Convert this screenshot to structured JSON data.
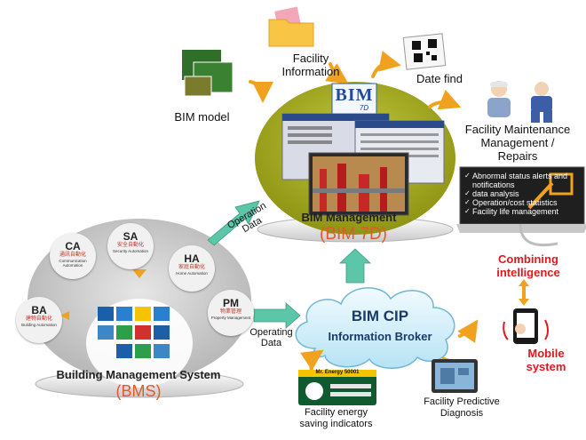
{
  "labels": {
    "bim_model": "BIM model",
    "facility_information": "Facility\nInformation",
    "date_find": "Date find",
    "facility_maintenance": "Facility Maintenance\nManagement /\nRepairs",
    "bim_management": "BIM Management",
    "bim_7d": "(BIM 7D)",
    "bms": "Building Management System",
    "bms_abbr": "(BMS)",
    "operation_data_upper": "Operation\nData",
    "operating_data": "Operating\nData",
    "bim_cip": "BIM CIP",
    "information_broker": "Information Broker",
    "energy_indicators": "Facility energy\nsaving indicators",
    "predictive_diagnosis": "Facility Predictive\nDiagnosis",
    "combining_intelligence": "Combining\nintelligence",
    "mobile_system": "Mobile\nsystem",
    "bim_logo": "BIM",
    "bim_logo_sub": "7D",
    "energy_sign_title": "Mr. Energy 50001"
  },
  "bms_nodes": [
    {
      "code": "CA",
      "zh": "通訊自動化",
      "en": "Communication Automation"
    },
    {
      "code": "SA",
      "zh": "安全自動化",
      "en": "Security Automation"
    },
    {
      "code": "HA",
      "zh": "家庭自動化",
      "en": "Home Automation"
    },
    {
      "code": "BA",
      "zh": "建物自動化",
      "en": "Building Automation"
    },
    {
      "code": "PM",
      "zh": "物業管理",
      "en": "Property Management"
    }
  ],
  "intelligence_bullets": [
    "Abnormal status alerts and notifications",
    "data analysis",
    "Operation/cost statistics",
    "Facility life management"
  ],
  "colors": {
    "bim_ellipse": "#a6ad1c",
    "bms_circle": "#c9c9c9",
    "cloud": "#d6f1fb",
    "arrow_teal": "#5cc6a8",
    "arrow_orange": "#f0a21f",
    "accent_red": "#e0181f",
    "accent_orange": "#e05a2a"
  }
}
